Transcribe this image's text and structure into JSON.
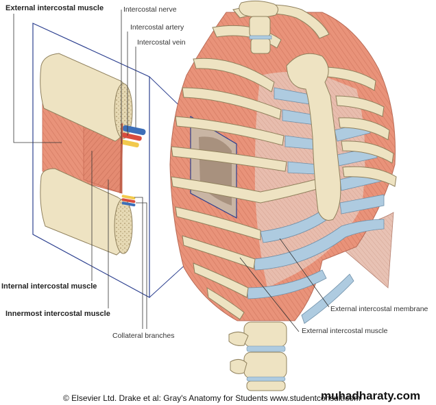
{
  "labels": {
    "external_intercostal_muscle_left": "External intercostal muscle",
    "intercostal_nerve": "Intercostal nerve",
    "intercostal_artery": "Intercostal artery",
    "intercostal_vein": "Intercostal vein",
    "internal_intercostal_muscle": "Internal intercostal muscle",
    "innermost_intercostal_muscle": "Innermost intercostal muscle",
    "collateral_branches": "Collateral branches",
    "external_intercostal_membrane": "External intercostal membrane",
    "external_intercostal_muscle_right": "External intercostal muscle"
  },
  "credit": "© Elsevier Ltd. Drake et al: Gray's Anatomy for Students www.studentconsult.com",
  "watermark": "muhadharaty.com",
  "colors": {
    "muscle": "#e9937a",
    "bone": "#eee3c2",
    "cartilage": "#aecbe0",
    "nerve": "#f2c94c",
    "artery": "#d94c3d",
    "vein": "#3d6fb8",
    "frame": "#2b3f8f"
  }
}
